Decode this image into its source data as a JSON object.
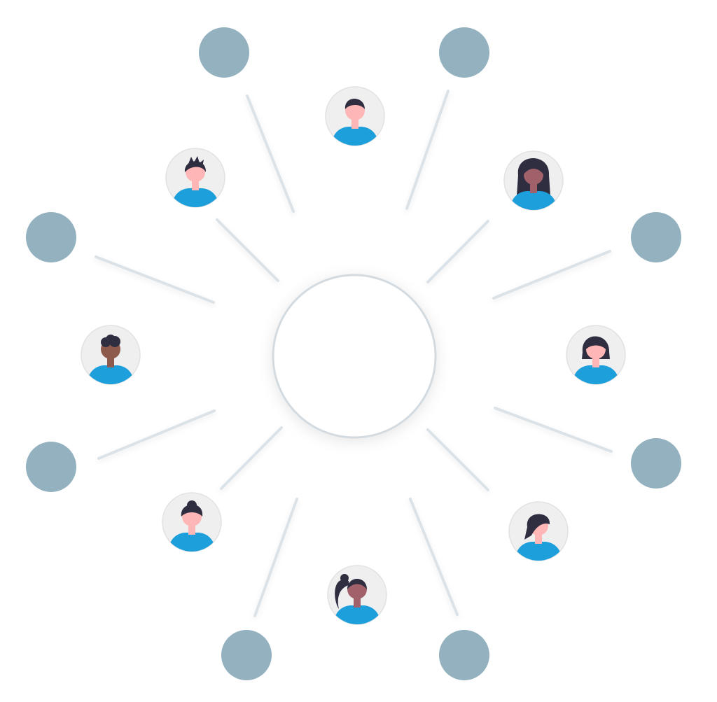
{
  "colors": {
    "background": "#ffffff",
    "node": "#93b1bf",
    "spoke": "#dce3e8",
    "hub_fill": "#ffffff",
    "hub_border": "#d3dbe1",
    "avatar_bg": "#efefef",
    "avatar_border": "#e2e2e2",
    "shirt": "#1d9fdb",
    "hair": "#2f2e41",
    "skin_light": "#ffb6b6",
    "skin_medium": "#a0616a",
    "skin_dark": "#8d5a4c"
  },
  "hub": {
    "label": ""
  },
  "people": [
    {
      "icon": "person-short-hair-icon",
      "skin": "skin_light",
      "hair_style": "short"
    },
    {
      "icon": "person-long-hair-icon",
      "skin": "skin_medium",
      "hair_style": "long"
    },
    {
      "icon": "person-bob-hair-icon",
      "skin": "skin_light",
      "hair_style": "bob"
    },
    {
      "icon": "person-swept-hair-icon",
      "skin": "skin_light",
      "hair_style": "swept"
    },
    {
      "icon": "person-ponytail-icon",
      "skin": "skin_medium",
      "hair_style": "ponytail"
    },
    {
      "icon": "person-quiff-hair-icon",
      "skin": "skin_light",
      "hair_style": "quiff"
    },
    {
      "icon": "person-curly-hair-icon",
      "skin": "skin_dark",
      "hair_style": "curly"
    },
    {
      "icon": "person-spiky-hair-icon",
      "skin": "skin_light",
      "hair_style": "spiky"
    }
  ]
}
